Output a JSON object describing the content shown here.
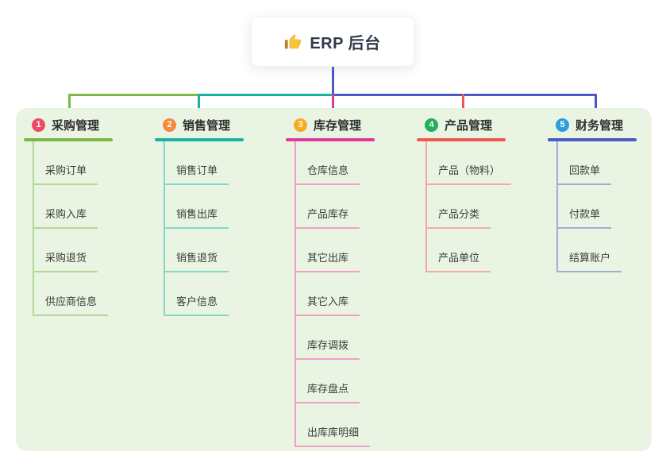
{
  "root": {
    "title": "ERP 后台",
    "icon": "thumbs-up-icon",
    "card_bg": "#ffffff",
    "text_color": "#30394a"
  },
  "connector": {
    "stem_color": "#4a5ac8"
  },
  "panel": {
    "bg_color": "#e9f5e2"
  },
  "branches": [
    {
      "index": "1",
      "title": "采购管理",
      "badge_color": "#eb4b63",
      "line_color": "#7eb844",
      "child_line_color": "#b3d794",
      "children": [
        "采购订单",
        "采购入库",
        "采购退货",
        "供应商信息"
      ]
    },
    {
      "index": "2",
      "title": "销售管理",
      "badge_color": "#f6893e",
      "line_color": "#18b2a2",
      "child_line_color": "#86d6c9",
      "children": [
        "销售订单",
        "销售出库",
        "销售退货",
        "客户信息"
      ]
    },
    {
      "index": "3",
      "title": "库存管理",
      "badge_color": "#f6ab21",
      "line_color": "#e03a97",
      "child_line_color": "#f0a0c8",
      "children": [
        "仓库信息",
        "产品库存",
        "其它出库",
        "其它入库",
        "库存调拨",
        "库存盘点",
        "出库库明细"
      ]
    },
    {
      "index": "4",
      "title": "产品管理",
      "badge_color": "#23ad5c",
      "line_color": "#ee5a52",
      "child_line_color": "#f3aaa4",
      "children": [
        "产品（物料）",
        "产品分类",
        "产品单位"
      ]
    },
    {
      "index": "5",
      "title": "财务管理",
      "badge_color": "#2c9ed9",
      "line_color": "#4a5ac8",
      "child_line_color": "#9fadd9",
      "children": [
        "回款单",
        "付款单",
        "结算账户"
      ]
    }
  ]
}
